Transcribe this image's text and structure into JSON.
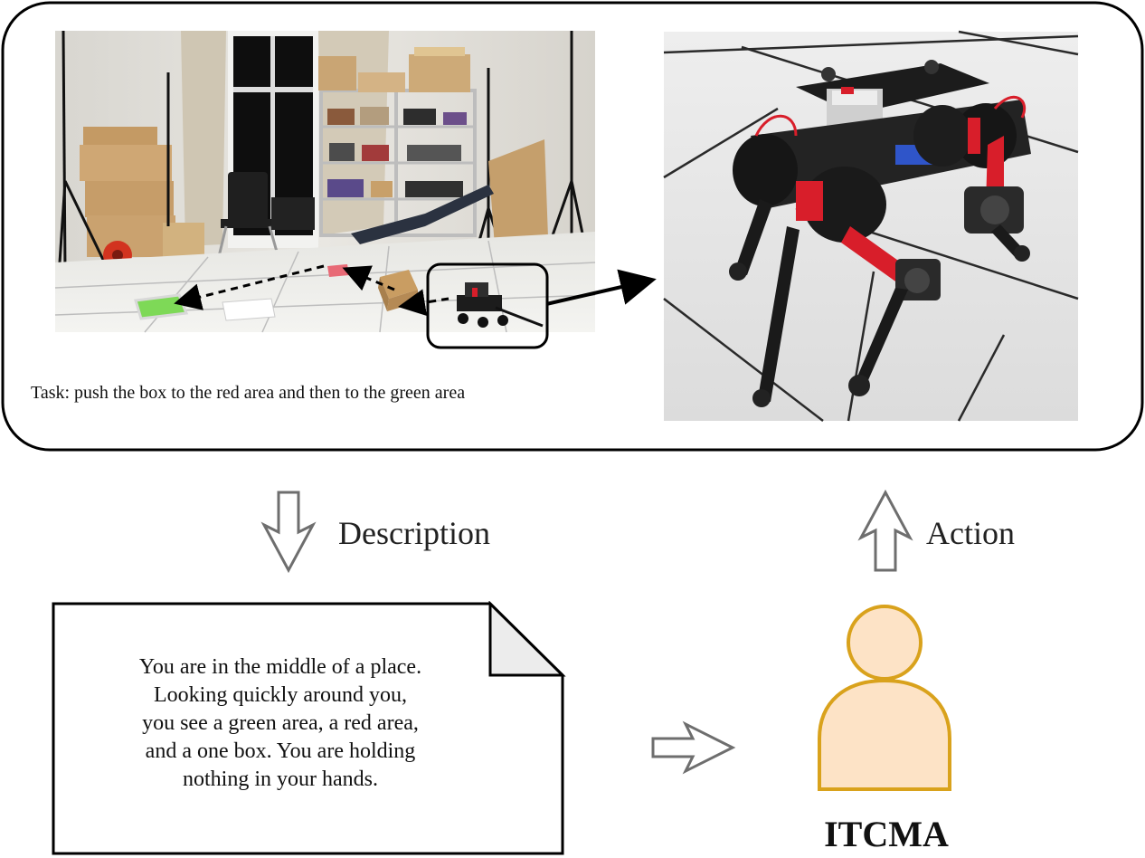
{
  "task": "Task: push the box to the red area and then to the green area",
  "arrows": {
    "description_label": "Description",
    "action_label": "Action"
  },
  "observation_note": {
    "lines": [
      "You are in the middle of a place.",
      "Looking quickly around you,",
      "you see a green area, a red area,",
      "and a one box. You are holding",
      "nothing in your hands."
    ]
  },
  "agent": {
    "name": "ITCMA",
    "fill_color": "#fde3c6",
    "stroke_color": "#d9a21c"
  },
  "colors": {
    "frame": "#000000",
    "hollow_arrow_stroke": "#6e6e6e",
    "green_area": "#7ed957",
    "red_area": "#e86a76",
    "robot_accent": "#d81e2a"
  }
}
